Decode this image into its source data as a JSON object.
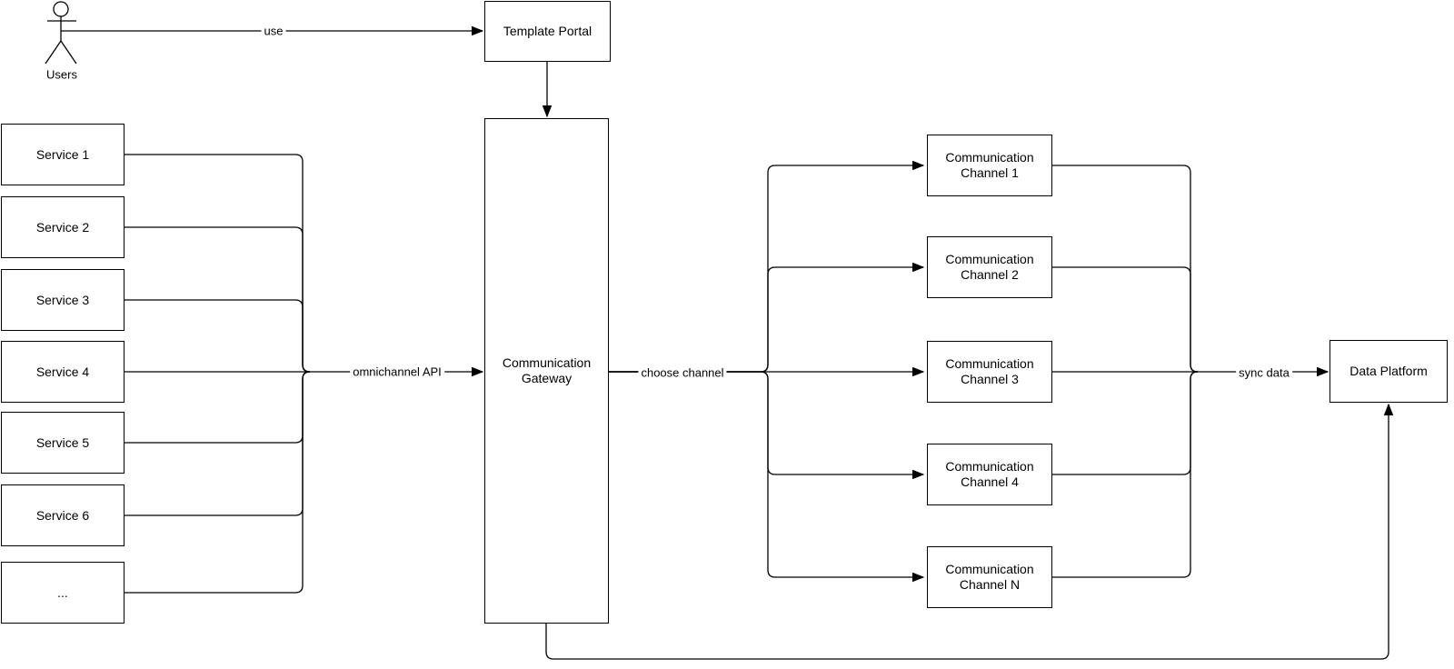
{
  "diagram": {
    "background": "#ffffff",
    "stroke_color": "#000000",
    "node_fill": "#ffffff",
    "actor": {
      "label": "Users"
    },
    "nodes": {
      "template_portal": {
        "label": "Template Portal"
      },
      "gateway": {
        "label": "Communication\nGateway"
      },
      "data_platform": {
        "label": "Data Platform"
      }
    },
    "services": [
      {
        "label": "Service 1"
      },
      {
        "label": "Service 2"
      },
      {
        "label": "Service 3"
      },
      {
        "label": "Service 4"
      },
      {
        "label": "Service 5"
      },
      {
        "label": "Service 6"
      },
      {
        "label": "..."
      }
    ],
    "channels": [
      {
        "label": "Communication\nChannel 1"
      },
      {
        "label": "Communication\nChannel 2"
      },
      {
        "label": "Communication\nChannel 3"
      },
      {
        "label": "Communication\nChannel 4"
      },
      {
        "label": "Communication\nChannel N"
      }
    ],
    "edge_labels": {
      "use": "use",
      "omnichannel_api": "omnichannel API",
      "choose_channel": "choose channel",
      "sync_data": "sync data"
    }
  }
}
